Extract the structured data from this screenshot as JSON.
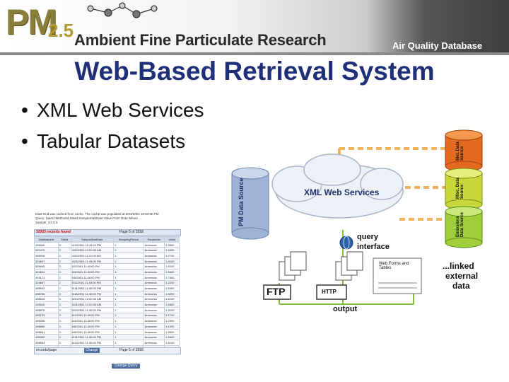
{
  "header": {
    "logo": "PM",
    "logo_sub": "2.5",
    "title": "Ambient Fine Particulate Research",
    "right_label": "Air Quality Database"
  },
  "slide": {
    "title": "Web-Based Retrieval System",
    "bullets": [
      "XML Web Services",
      "Tabular Datasets"
    ]
  },
  "diagram": {
    "pm_source": "PM Data Source",
    "cloud_label": "XML Web Services",
    "query_label_1": "query",
    "query_label_2": "interface",
    "ftp": "FTP",
    "http": "HTTP",
    "web_forms": "Web Forms and Tables",
    "output": "output",
    "linked_1": "...linked",
    "linked_2": "external",
    "linked_3": "data",
    "sources": [
      {
        "label": "Met. Data Source",
        "color": "#d83a1a"
      },
      {
        "label": "Misc. Data Source",
        "color": "#7bbd2a"
      },
      {
        "label": "Emissions Data Source",
        "color": "#a6c83a"
      }
    ]
  },
  "table_screenshot": {
    "caption_line1": "Data Grid was cached from cache. The cache was populated at 3/23/2004 10:53:00 PM",
    "caption_line2": "Query: Select MethodId,SiteId,SampleStartDate,Value From Data Where ...",
    "caption_line3": "Sample: 3.0.0.6",
    "records_found": "32003 records found",
    "page_label": "Page 5 of 3558",
    "columns": [
      "DataValueId",
      "SiteId",
      "SampleStartDate",
      "SamplingPeriod",
      "Parameter",
      "Value"
    ],
    "rows": [
      [
        "496940",
        "9",
        "4/19/2001 11:45:43 PM",
        "1",
        "Ammonia",
        "1.3500"
      ],
      [
        "320476",
        "2",
        "4/20/2001 12:00:00 AM",
        "1",
        "Ammonia",
        "1.4200"
      ],
      [
        "496916",
        "2",
        "4/25/2001 11:01:00 AM",
        "1",
        "Ammonia",
        "1.2700"
      ],
      [
        "324807",
        "2",
        "4/28/2001 11:45:00 PM",
        "1",
        "Ammonia",
        "1.8100"
      ],
      [
        "509945",
        "3",
        "5/2/2001 11:45:00 PM",
        "1",
        "Ammonia",
        "1.6100"
      ],
      [
        "324804",
        "3",
        "5/3/2001 11:45:00 PM",
        "1",
        "Ammonia",
        "1.5600"
      ],
      [
        "493171",
        "2",
        "5/5/2001 11:45:00 PM",
        "1",
        "Ammonia",
        "1.7500"
      ],
      [
        "324807",
        "2",
        "5/11/2001 11:45:00 PM",
        "1",
        "Ammonia",
        "1.2200"
      ],
      [
        "498943",
        "2",
        "5/14/2001 11:45:00 PM",
        "1",
        "Ammonia",
        "1.5400"
      ],
      [
        "498755",
        "3",
        "5/18/2001 11:45:00 PM",
        "1",
        "Ammonia",
        "1.5200"
      ],
      [
        "498315",
        "3",
        "5/20/2001 12:00:00 AM",
        "1",
        "Ammonia",
        "1.6100"
      ],
      [
        "498540",
        "3",
        "5/24/2001 12:00:00 AM",
        "1",
        "Ammonia",
        "1.5600"
      ],
      [
        "498575",
        "3",
        "5/29/2001 11:45:00 PM",
        "1",
        "Ammonia",
        "1.3100"
      ],
      [
        "498733",
        "3",
        "6/1/2001 11:45:00 PM",
        "1",
        "Ammonia",
        "1.1700"
      ],
      [
        "495339",
        "3",
        "6/4/2001 11:45:00 PM",
        "1",
        "Ammonia",
        "1.2500"
      ],
      [
        "498860",
        "3",
        "6/6/2001 11:45:00 PM",
        "1",
        "Ammonia",
        "1.1200"
      ],
      [
        "498541",
        "3",
        "6/9/2001 11:45:00 PM",
        "1",
        "Ammonia",
        "1.9600"
      ],
      [
        "495342",
        "3",
        "6/14/2001 11:45:00 PM",
        "1",
        "Ammonia",
        "1.5600"
      ],
      [
        "498544",
        "3",
        "6/19/2001 11:45:00 PM",
        "1",
        "Ammonia",
        "1.6100"
      ],
      [
        "496744",
        "3",
        "6/26/2001 11:45:00 PM",
        "1",
        "Ammonia",
        "1.9400"
      ]
    ],
    "records_per_page": "records/page",
    "change_button": "Change",
    "page_bottom": "Page 5 of 3558",
    "change_query": "Change Query"
  }
}
